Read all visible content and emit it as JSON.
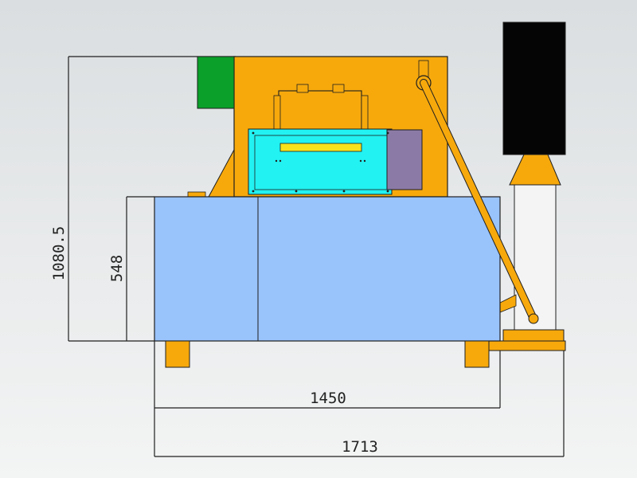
{
  "dimensions": {
    "total_height": "1080.5",
    "tank_height": "548",
    "tank_length": "1450",
    "overall_length": "1713"
  },
  "colors": {
    "tank_body": "#99c3fb",
    "frame_orange": "#f7a90c",
    "motor_green": "#0aa02a",
    "window_cyan": "#22f2f2",
    "control_box": "#8c7aa6",
    "filter_black": "#050505",
    "pipe_white": "#f4f4f4",
    "line": "#1f1f1f"
  }
}
